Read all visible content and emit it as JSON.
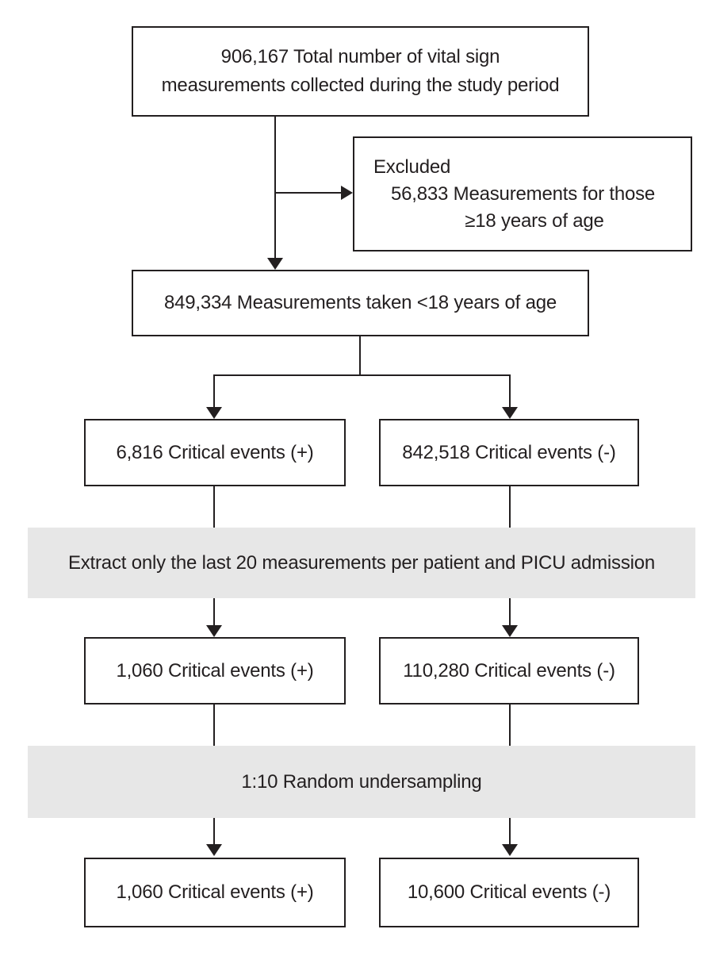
{
  "colors": {
    "background": "#ffffff",
    "line": "#231f20",
    "text": "#231f20",
    "band_background": "#e7e7e7"
  },
  "flow": {
    "total_box": {
      "line1": "906,167 Total number of vital sign",
      "line2": "measurements collected during the study period"
    },
    "excluded_box": {
      "line1": "Excluded",
      "line2": "56,833 Measurements for those",
      "line3": "≥18 years of age"
    },
    "under18_box": {
      "text": "849,334 Measurements taken <18 years of age"
    },
    "stage1": {
      "positive_box": {
        "text": "6,816 Critical events (+)"
      },
      "negative_box": {
        "text": "842,518 Critical events (-)"
      }
    },
    "extract_band": {
      "text": "Extract only the last 20 measurements per patient and PICU admission"
    },
    "stage2": {
      "positive_box": {
        "text": "1,060 Critical events (+)"
      },
      "negative_box": {
        "text": "110,280 Critical events (-)"
      }
    },
    "undersampling_band": {
      "text": "1:10 Random undersampling"
    },
    "stage3": {
      "positive_box": {
        "text": "1,060 Critical events (+)"
      },
      "negative_box": {
        "text": "10,600 Critical events (-)"
      }
    }
  }
}
